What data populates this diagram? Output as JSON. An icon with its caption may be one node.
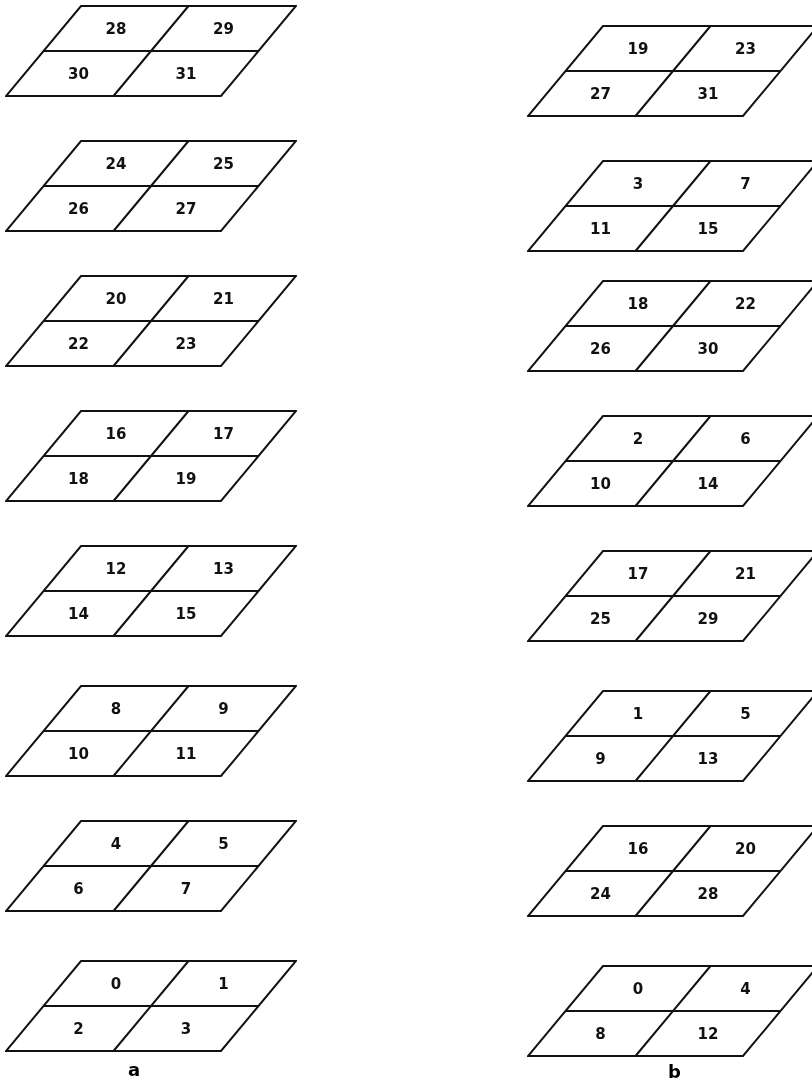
{
  "diagram": {
    "nodes": [
      {
        "text": [
          "28",
          "29",
          "30",
          "31"
        ]
      },
      {
        "text": [
          "24",
          "25",
          "26",
          "27"
        ]
      },
      {
        "text": [
          "20",
          "21",
          "22",
          "23"
        ]
      },
      {
        "text": [
          "16",
          "17",
          "18",
          "19"
        ]
      },
      {
        "text": [
          "12",
          "13",
          "14",
          "15"
        ]
      },
      {
        "text": [
          "8",
          "9",
          "10",
          "11"
        ]
      },
      {
        "text": [
          "4",
          "5",
          "6",
          "7"
        ]
      },
      {
        "text": [
          "0",
          "1",
          "2",
          "3"
        ]
      },
      {
        "text": [
          "19",
          "23",
          "27",
          "31"
        ]
      },
      {
        "text": [
          "3",
          "7",
          "11",
          "15"
        ]
      },
      {
        "text": [
          "18",
          "22",
          "26",
          "30"
        ]
      },
      {
        "text": [
          "2",
          "6",
          "10",
          "14"
        ]
      },
      {
        "text": [
          "17",
          "21",
          "25",
          "29"
        ]
      },
      {
        "text": [
          "1",
          "5",
          "9",
          "13"
        ]
      },
      {
        "text": [
          "16",
          "20",
          "24",
          "28"
        ]
      },
      {
        "text": [
          "0",
          "4",
          "8",
          "12"
        ]
      }
    ],
    "labels": [
      "a",
      "b"
    ]
  }
}
